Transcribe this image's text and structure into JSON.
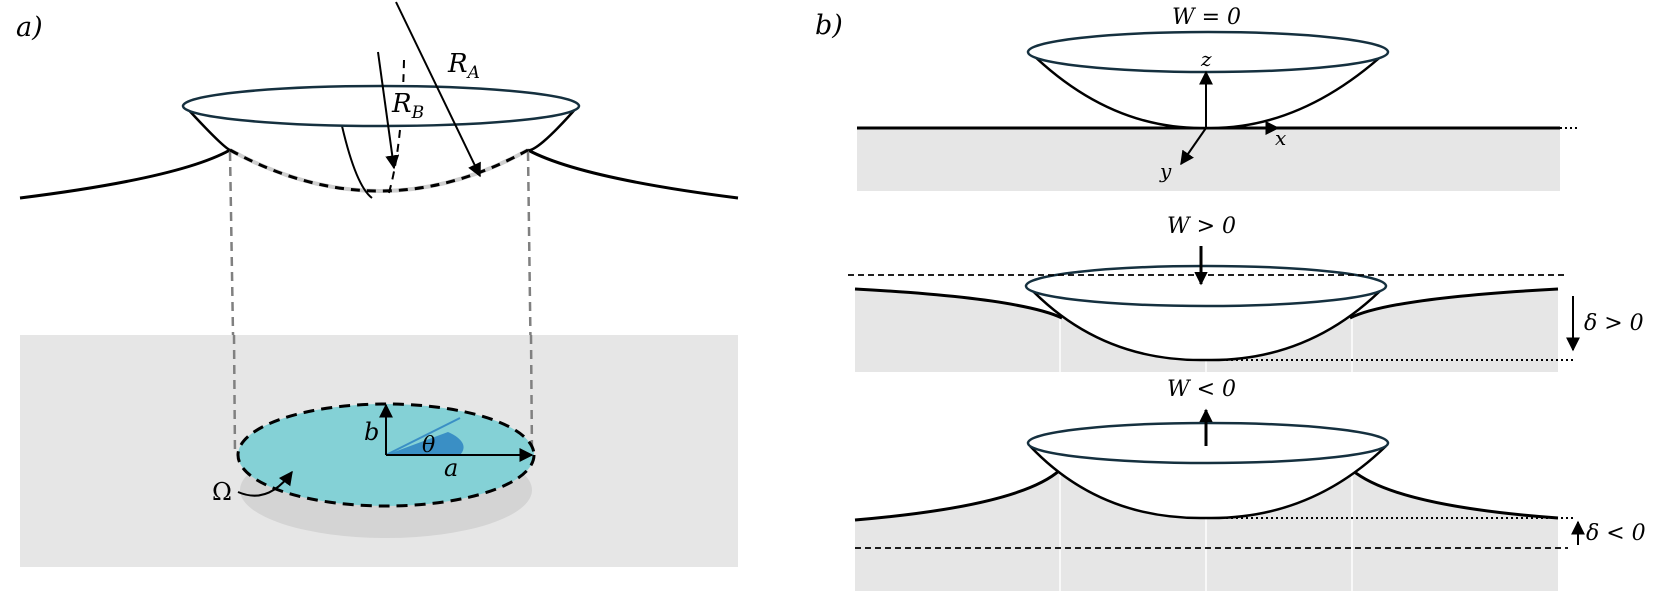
{
  "panel_a": {
    "label": "a)",
    "r_a": "R",
    "r_a_sub": "A",
    "r_b": "R",
    "r_b_sub": "B",
    "semi_axis_b": "b",
    "semi_axis_a": "a",
    "angle": "θ",
    "domain": "Ω"
  },
  "panel_b": {
    "label": "b)",
    "case_zero": "W = 0",
    "case_positive": "W > 0",
    "case_negative": "W < 0",
    "axis_x": "x",
    "axis_y": "y",
    "axis_z": "z",
    "delta_positive": "δ > 0",
    "delta_negative": "δ < 0"
  },
  "colors": {
    "contact_fill": "#84d1d6",
    "angle_fill": "#3a8fc5",
    "substrate_fill": "#e6e6e6",
    "shadow_fill": "#d4d4d4",
    "lens_rim": "#15303f"
  }
}
